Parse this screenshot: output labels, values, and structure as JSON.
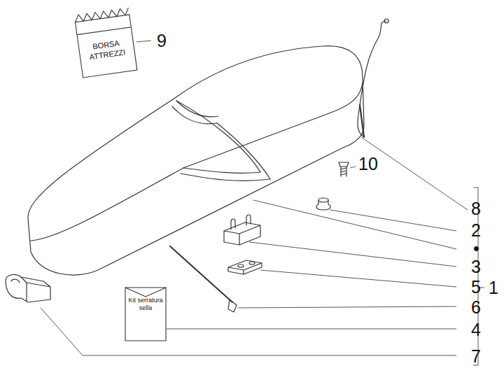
{
  "diagram": {
    "nodes": [
      {
        "text": [
          "BORSA ATTREZZI"
        ]
      },
      {
        "text": [
          "Kit serratura sella"
        ]
      }
    ],
    "labels": [
      "9",
      "10",
      "8",
      "2",
      "•",
      "3",
      "5",
      "1",
      "6",
      "4",
      "7"
    ]
  }
}
